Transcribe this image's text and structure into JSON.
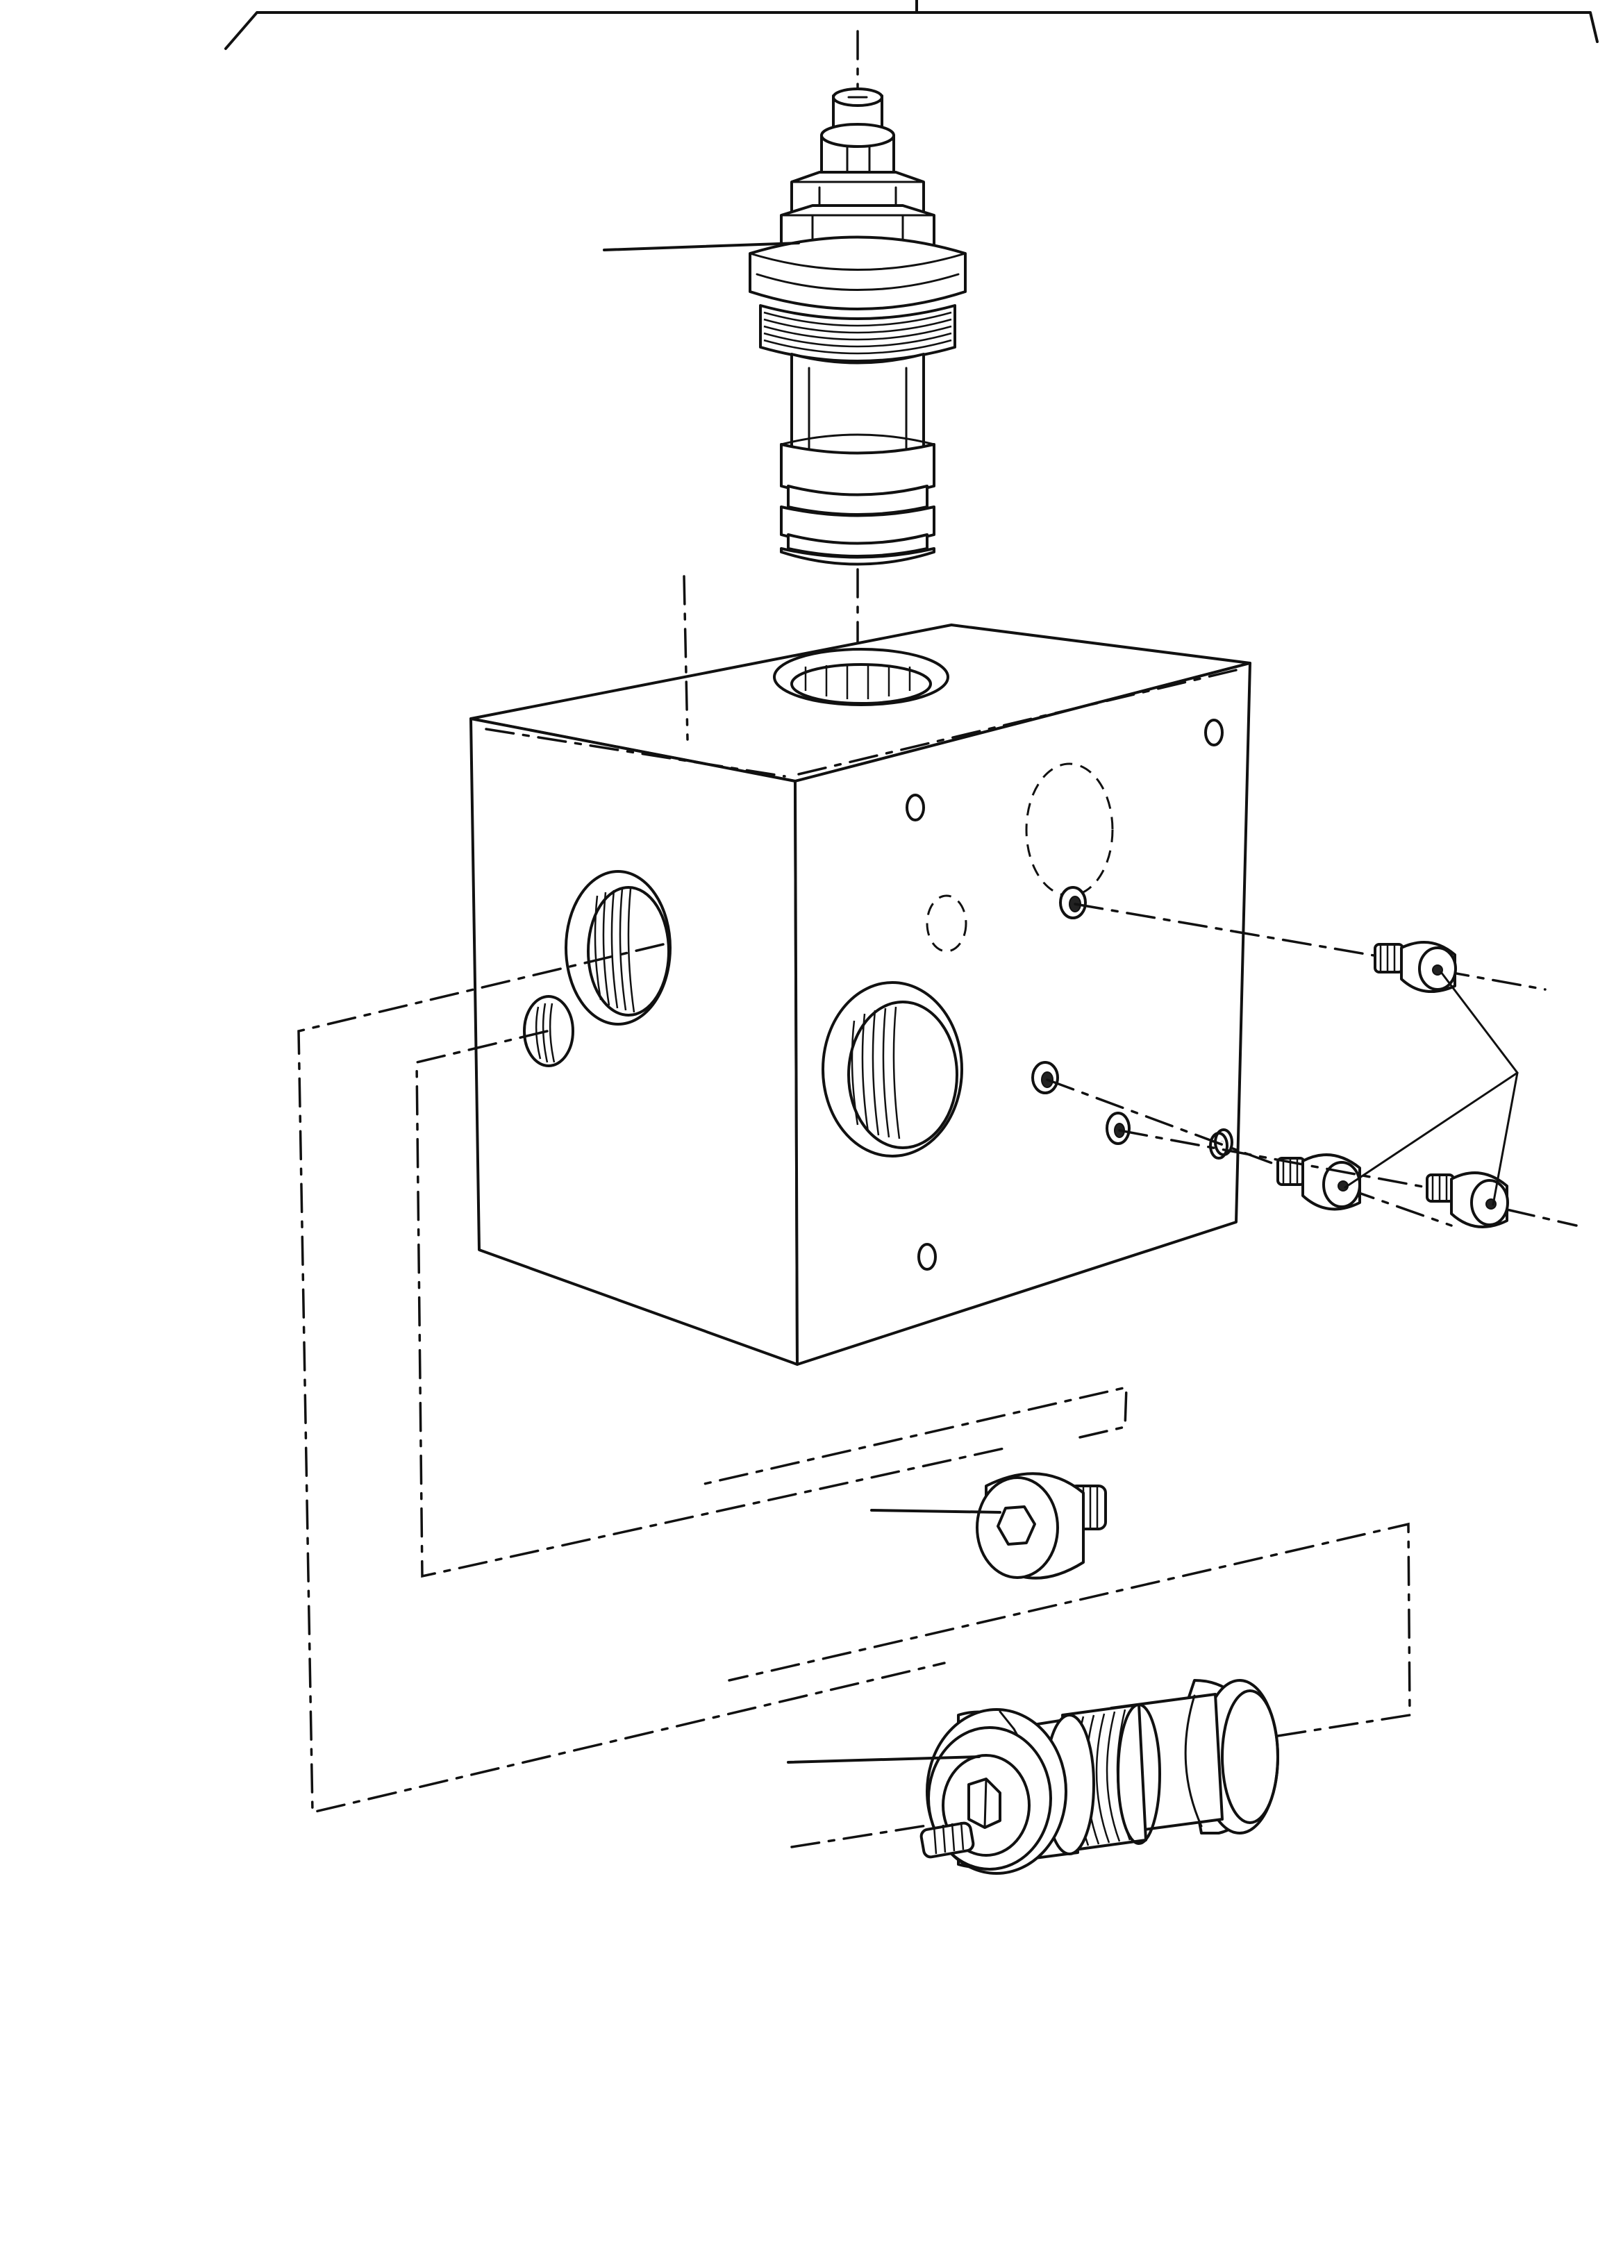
{
  "diagram": {
    "type": "exploded-assembly",
    "colors": {
      "ink": "#111111",
      "paper": "#ffffff"
    },
    "parts": [
      {
        "id": "cartridge-valve-top",
        "icon": "cartridge-valve-icon"
      },
      {
        "id": "manifold-block",
        "icon": "valve-block-icon"
      },
      {
        "id": "plug-upper",
        "icon": "plug-icon"
      },
      {
        "id": "plug-lower-left",
        "icon": "plug-icon"
      },
      {
        "id": "plug-lower-right",
        "icon": "plug-icon"
      },
      {
        "id": "side-plug",
        "icon": "plug-icon"
      },
      {
        "id": "relief-valve-bottom",
        "icon": "cartridge-valve-icon"
      }
    ]
  }
}
